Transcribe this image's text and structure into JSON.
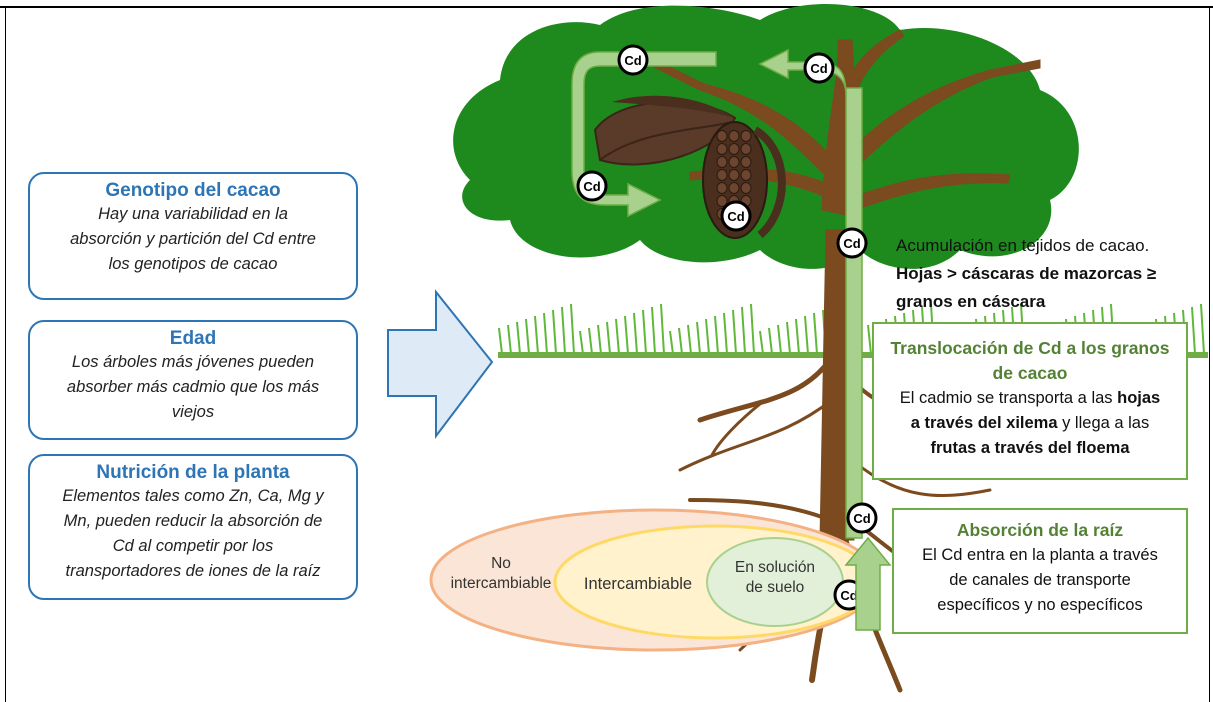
{
  "factors": [
    {
      "title": "Genotipo del cacao",
      "lines": [
        "Hay una variabilidad en la",
        "absorción y partición del Cd entre",
        "los genotipos de cacao"
      ]
    },
    {
      "title": "Edad",
      "lines": [
        "Los árboles más jóvenes pueden",
        "absorber más cadmio que los más",
        "viejos"
      ]
    },
    {
      "title": "Nutrición de la planta",
      "lines": [
        "Elementos tales como Zn, Ca, Mg y",
        "Mn, pueden reducir la absorción de",
        "Cd al competir por los",
        "transportadores de iones  de la raíz"
      ]
    }
  ],
  "accumulation": {
    "line1": "Acumulación en tejidos de cacao.",
    "line2": "Hojas > cáscaras de mazorcas ≥",
    "line3": "granos en cáscara"
  },
  "translocation": {
    "title_line1": "Translocación de Cd a los granos",
    "title_line2": "de cacao",
    "b1_a": "El cadmio se transporta a las ",
    "b1_b": "hojas",
    "b2_a": "a través del xilema",
    "b2_b": " y llega a las",
    "b3_a": "frutas a través del floema"
  },
  "root_absorption": {
    "title": "Absorción de la raíz",
    "lines": [
      "El Cd entra en la planta a través",
      "de canales de transporte",
      "específicos y no específicos"
    ]
  },
  "soil": {
    "outer_line1": "No",
    "outer_line2": "intercambiable",
    "middle": "Intercambiable",
    "inner_line1": "En solución",
    "inner_line2": "de suelo"
  },
  "cd_label": "Cd",
  "colors": {
    "factor_border": "#2e75b6",
    "green_border": "#70ad47",
    "canopy": "#1e8a1e",
    "trunk": "#7b4a1e",
    "arrow": "#70ad47",
    "soil_outer": "#fbe5d6",
    "soil_middle": "#fff2cc",
    "soil_inner": "#e2f0d9"
  }
}
